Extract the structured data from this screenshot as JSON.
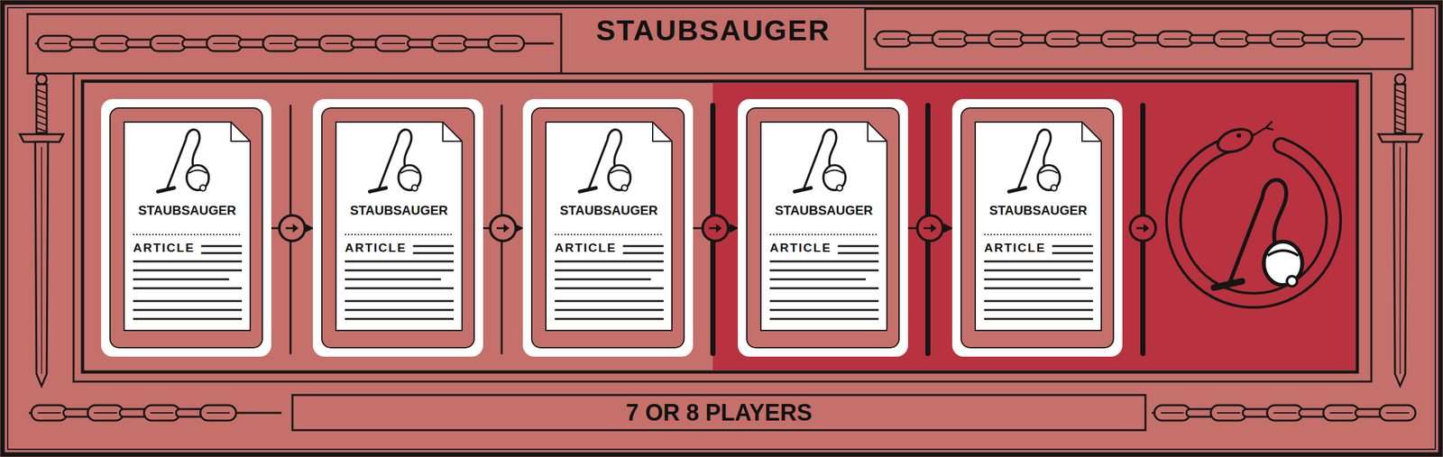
{
  "diagram": {
    "title": "STAUBSAUGER",
    "nodes": [
      {
        "text": [
          "STAUBSAUGER",
          "ARTICLE"
        ]
      },
      {
        "text": [
          "STAUBSAUGER",
          "ARTICLE"
        ]
      },
      {
        "text": [
          "STAUBSAUGER",
          "ARTICLE"
        ]
      },
      {
        "text": [
          "STAUBSAUGER",
          "ARTICLE"
        ]
      },
      {
        "text": [
          "STAUBSAUGER",
          "ARTICLE"
        ]
      }
    ],
    "edges": [
      {
        "from": 0,
        "to": 1,
        "arrow": "to"
      },
      {
        "from": 1,
        "to": 2,
        "arrow": "to"
      },
      {
        "from": 2,
        "to": 3,
        "arrow": "to"
      },
      {
        "from": 3,
        "to": 4,
        "arrow": "to"
      }
    ],
    "labels": [
      "7 OR 8 PLAYERS"
    ]
  }
}
